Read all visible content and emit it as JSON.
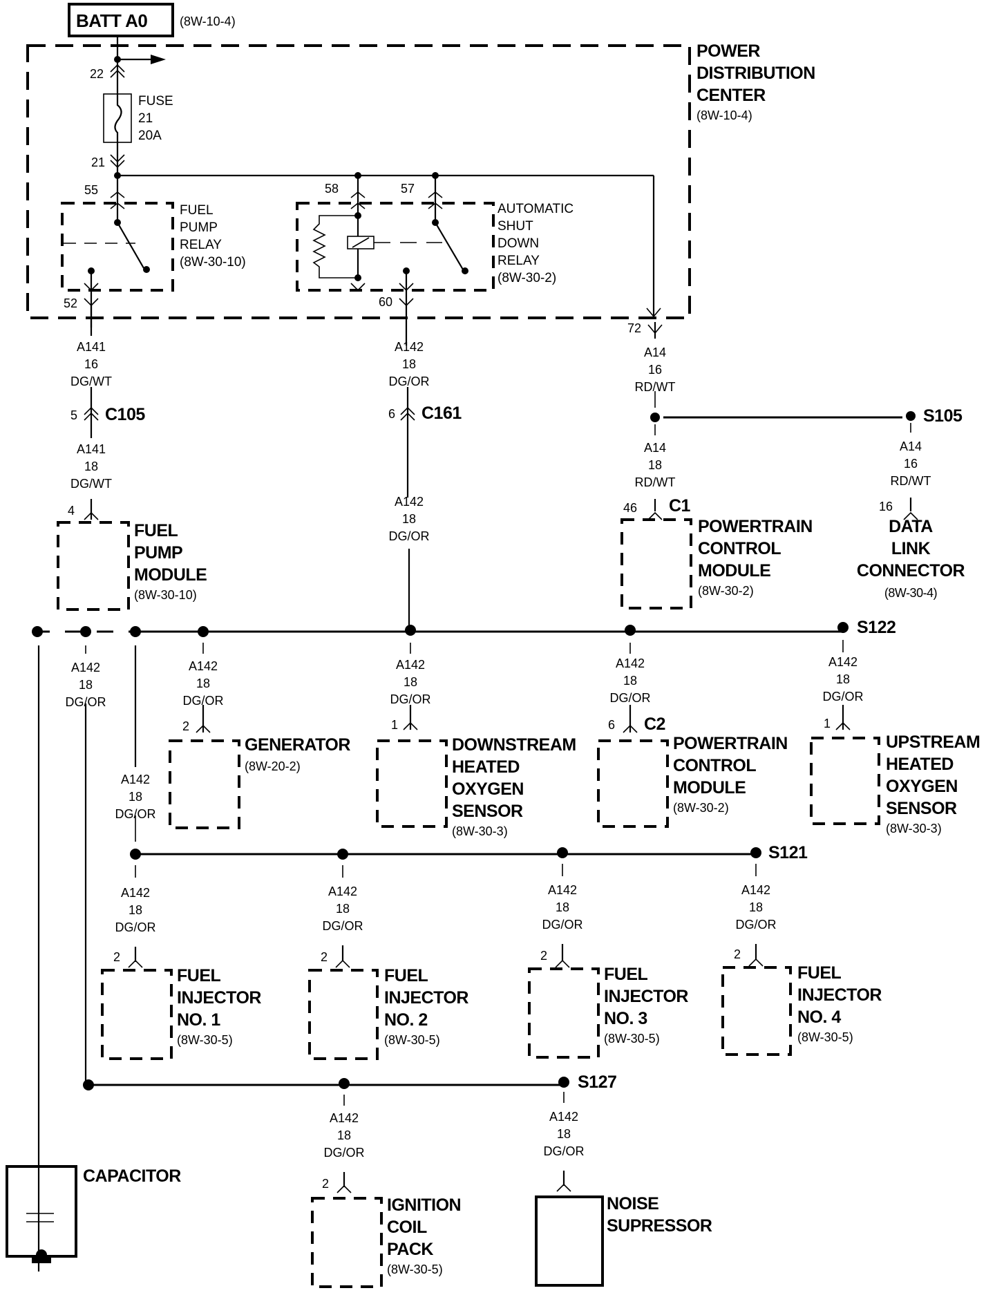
{
  "battery": {
    "label": "BATT A0",
    "ref": "(8W-10-4)"
  },
  "pdc": {
    "lines": [
      "POWER",
      "DISTRIBUTION",
      "CENTER"
    ],
    "ref": "(8W-10-4)"
  },
  "fuse": {
    "lines": [
      "FUSE",
      "21",
      "20A"
    ],
    "pin_in": "22",
    "pin_out": "21"
  },
  "fuel_pump_relay": {
    "lines": [
      "FUEL",
      "PUMP",
      "RELAY"
    ],
    "ref": "(8W-30-10)",
    "pin_in": "55",
    "pin_out": "52"
  },
  "asd_relay": {
    "lines": [
      "AUTOMATIC",
      "SHUT",
      "DOWN",
      "RELAY"
    ],
    "ref": "(8W-30-2)",
    "pin_coil": "58",
    "pin_switch": "57",
    "pin_out": "60"
  },
  "pdc_out_pin": "72",
  "wires": {
    "a141_16": [
      "A141",
      "16",
      "DG/WT"
    ],
    "a141_18": [
      "A141",
      "18",
      "DG/WT"
    ],
    "a142_18": [
      "A142",
      "18",
      "DG/OR"
    ],
    "a14_16": [
      "A14",
      "16",
      "RD/WT"
    ],
    "a14_18": [
      "A14",
      "18",
      "RD/WT"
    ]
  },
  "connectors": {
    "c105": {
      "name": "C105",
      "pin": "5"
    },
    "c161": {
      "name": "C161",
      "pin": "6"
    },
    "c1": {
      "name": "C1",
      "pin": "46"
    },
    "c2": {
      "name": "C2",
      "pin": "6"
    }
  },
  "splices": {
    "s105": "S105",
    "s122": "S122",
    "s121": "S121",
    "s127": "S127"
  },
  "components": {
    "fuel_pump_module": {
      "lines": [
        "FUEL",
        "PUMP",
        "MODULE"
      ],
      "ref": "(8W-30-10)",
      "pin": "4"
    },
    "pcm_c1": {
      "lines": [
        "POWERTRAIN",
        "CONTROL",
        "MODULE"
      ],
      "ref": "(8W-30-2)"
    },
    "data_link": {
      "lines": [
        "DATA",
        "LINK",
        "CONNECTOR"
      ],
      "ref": "(8W-30-4)",
      "pin": "16"
    },
    "generator": {
      "lines": [
        "GENERATOR"
      ],
      "ref": "(8W-20-2)",
      "pin": "2"
    },
    "downstream_o2": {
      "lines": [
        "DOWNSTREAM",
        "HEATED",
        "OXYGEN",
        "SENSOR"
      ],
      "ref": "(8W-30-3)",
      "pin": "1"
    },
    "pcm_c2": {
      "lines": [
        "POWERTRAIN",
        "CONTROL",
        "MODULE"
      ],
      "ref": "(8W-30-2)"
    },
    "upstream_o2": {
      "lines": [
        "UPSTREAM",
        "HEATED",
        "OXYGEN",
        "SENSOR"
      ],
      "ref": "(8W-30-3)",
      "pin": "1"
    },
    "injector1": {
      "lines": [
        "FUEL",
        "INJECTOR",
        "NO. 1"
      ],
      "ref": "(8W-30-5)",
      "pin": "2"
    },
    "injector2": {
      "lines": [
        "FUEL",
        "INJECTOR",
        "NO. 2"
      ],
      "ref": "(8W-30-5)",
      "pin": "2"
    },
    "injector3": {
      "lines": [
        "FUEL",
        "INJECTOR",
        "NO. 3"
      ],
      "ref": "(8W-30-5)",
      "pin": "2"
    },
    "injector4": {
      "lines": [
        "FUEL",
        "INJECTOR",
        "NO. 4"
      ],
      "ref": "(8W-30-5)",
      "pin": "2"
    },
    "capacitor": {
      "lines": [
        "CAPACITOR"
      ]
    },
    "ignition_coil": {
      "lines": [
        "IGNITION",
        "COIL",
        "PACK"
      ],
      "ref": "(8W-30-5)",
      "pin": "2"
    },
    "noise_suppressor": {
      "lines": [
        "NOISE",
        "SUPRESSOR"
      ]
    }
  }
}
